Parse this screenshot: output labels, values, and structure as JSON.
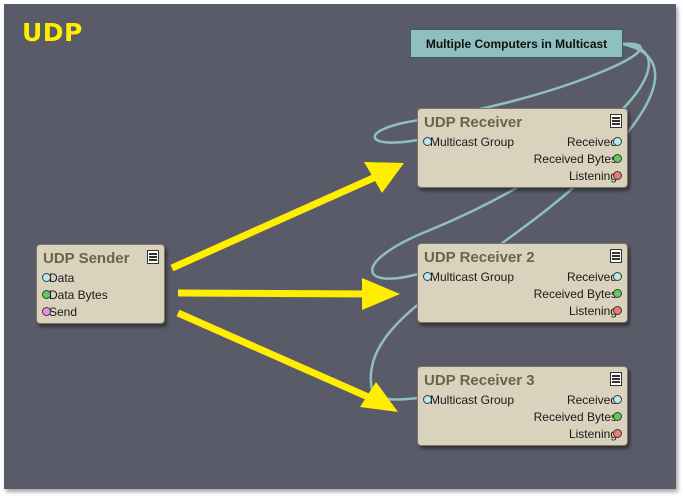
{
  "title": "UDP",
  "comment": "Multiple Computers in Multicast",
  "sender": {
    "title": "UDP Sender",
    "inputs": [
      "Data",
      "Data Bytes",
      "Send"
    ]
  },
  "receivers": [
    {
      "title": "UDP Receiver",
      "input": "Multicast Group",
      "outputs": [
        "Received",
        "Received Bytes",
        "Listening"
      ]
    },
    {
      "title": "UDP Receiver 2",
      "input": "Multicast Group",
      "outputs": [
        "Received",
        "Received Bytes",
        "Listening"
      ]
    },
    {
      "title": "UDP Receiver 3",
      "input": "Multicast Group",
      "outputs": [
        "Received",
        "Received Bytes",
        "Listening"
      ]
    }
  ],
  "colors": {
    "canvas": "#5a5b68",
    "title": "#ffee00",
    "arrow": "#ffee00",
    "wire": "#8fbfbf",
    "node": "#d9d3bd",
    "comment": "#8fbfbf"
  },
  "icons": [
    "node-menu-icon"
  ]
}
